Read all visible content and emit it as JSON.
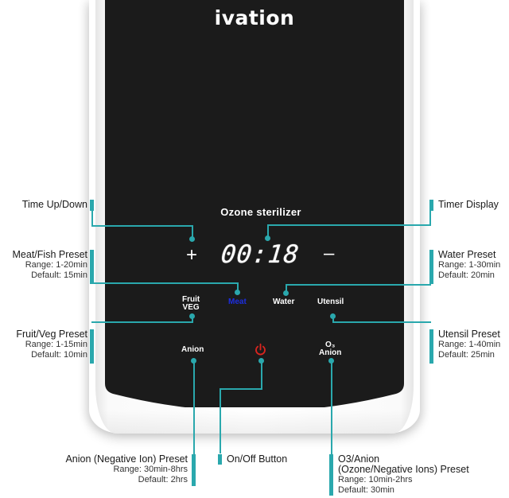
{
  "brand": {
    "name": "ivation"
  },
  "panel": {
    "title": "Ozone sterilizer",
    "timer_display": "00:18",
    "plus_symbol": "+",
    "minus_symbol": "–",
    "buttons": {
      "fruit_veg": {
        "line1": "Fruit",
        "line2": "VEG"
      },
      "meat": {
        "label": "Meat",
        "color": "#1d2ee0"
      },
      "water": {
        "label": "Water"
      },
      "utensil": {
        "label": "Utensil"
      },
      "anion": {
        "label": "Anion"
      },
      "power": {
        "icon": "power-icon",
        "color": "#d8251f"
      },
      "o3_anion": {
        "line1": "O₃",
        "line2": "Anion"
      }
    }
  },
  "callouts": {
    "time_up_down": {
      "title": "Time Up/Down"
    },
    "meat_fish": {
      "title": "Meat/Fish Preset",
      "range": "Range: 1-20min",
      "default": "Default: 15min"
    },
    "fruit_veg": {
      "title": "Fruit/Veg Preset",
      "range": "Range: 1-15min",
      "default": "Default: 10min"
    },
    "anion": {
      "title": "Anion (Negative Ion) Preset",
      "range": "Range: 30min-8hrs",
      "default": "Default: 2hrs"
    },
    "on_off": {
      "title": "On/Off Button"
    },
    "o3_anion": {
      "title_line1": "O3/Anion",
      "title_line2": "(Ozone/Negative Ions) Preset",
      "range": "Range: 10min-2hrs",
      "default": "Default: 30min"
    },
    "timer_display": {
      "title": "Timer Display"
    },
    "water": {
      "title": "Water Preset",
      "range": "Range: 1-30min",
      "default": "Default: 20min"
    },
    "utensil": {
      "title": "Utensil Preset",
      "range": "Range: 1-40min",
      "default": "Default: 25min"
    }
  },
  "colors": {
    "accent": "#2aa8ad",
    "panel": "#1b1b1b",
    "power": "#d8251f",
    "meat_active": "#1d2ee0"
  }
}
